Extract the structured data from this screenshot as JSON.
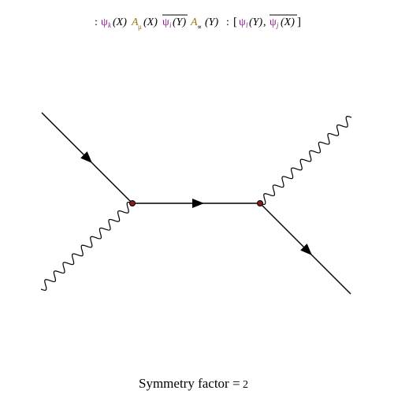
{
  "expression": {
    "open_colon": ":",
    "psi_symbol": "ψ",
    "subscript_k": "k",
    "arg_X": "(X)",
    "arg_Y": "(Y)",
    "A_symbol": "A",
    "subscript_mu": "μ",
    "psi_bar": "ψ",
    "subscript_i": "i",
    "subscript_alpha": "∝",
    "close_colon": ":",
    "bracket_open": "[",
    "subscript_l": "l",
    "comma": ",",
    "subscript_j": "j",
    "bracket_close": "]"
  },
  "footer": {
    "label": "Symmetry factor =",
    "value": "2"
  },
  "colors": {
    "psi": "#8b1a8b",
    "photon_field": "#9a7a10",
    "line": "#000000",
    "vertex_fill": "#8b1a1a",
    "text": "#000000"
  },
  "icons": {
    "arrow": "fermion-arrow-icon",
    "vertex": "vertex-dot-icon"
  }
}
